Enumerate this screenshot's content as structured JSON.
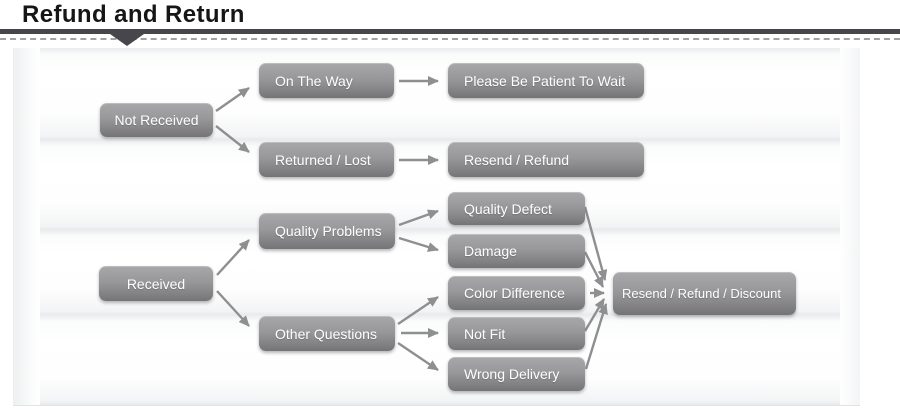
{
  "header": {
    "title": "Refund and Return"
  },
  "flowchart": {
    "nodes": [
      {
        "id": "not-received",
        "label": "Not Received"
      },
      {
        "id": "on-the-way",
        "label": "On The Way"
      },
      {
        "id": "please-be-patient-to-wait",
        "label": "Please Be Patient To Wait"
      },
      {
        "id": "returned-lost",
        "label": "Returned / Lost"
      },
      {
        "id": "resend-refund",
        "label": "Resend / Refund"
      },
      {
        "id": "received",
        "label": "Received"
      },
      {
        "id": "quality-problems",
        "label": "Quality Problems"
      },
      {
        "id": "other-questions",
        "label": "Other Questions"
      },
      {
        "id": "quality-defect",
        "label": "Quality Defect"
      },
      {
        "id": "damage",
        "label": "Damage"
      },
      {
        "id": "color-difference",
        "label": "Color Difference"
      },
      {
        "id": "not-fit",
        "label": "Not Fit"
      },
      {
        "id": "wrong-delivery",
        "label": "Wrong Delivery"
      },
      {
        "id": "resend-refund-discount",
        "label": "Resend / Refund / Discount"
      }
    ],
    "edges": [
      {
        "from": "not-received",
        "to": "on-the-way"
      },
      {
        "from": "not-received",
        "to": "returned-lost"
      },
      {
        "from": "on-the-way",
        "to": "please-be-patient-to-wait"
      },
      {
        "from": "returned-lost",
        "to": "resend-refund"
      },
      {
        "from": "received",
        "to": "quality-problems"
      },
      {
        "from": "received",
        "to": "other-questions"
      },
      {
        "from": "quality-problems",
        "to": "quality-defect"
      },
      {
        "from": "quality-problems",
        "to": "damage"
      },
      {
        "from": "other-questions",
        "to": "color-difference"
      },
      {
        "from": "other-questions",
        "to": "not-fit"
      },
      {
        "from": "other-questions",
        "to": "wrong-delivery"
      },
      {
        "from": "quality-defect",
        "to": "resend-refund-discount"
      },
      {
        "from": "damage",
        "to": "resend-refund-discount"
      },
      {
        "from": "color-difference",
        "to": "resend-refund-discount"
      },
      {
        "from": "not-fit",
        "to": "resend-refund-discount"
      },
      {
        "from": "wrong-delivery",
        "to": "resend-refund-discount"
      }
    ],
    "colors": {
      "node_gradient_top": "#a8a8aa",
      "node_gradient_bottom": "#747477",
      "node_text": "#ffffff",
      "arrow": "#8f8f91",
      "title_rule": "#47474b",
      "title_text": "#161616"
    }
  }
}
